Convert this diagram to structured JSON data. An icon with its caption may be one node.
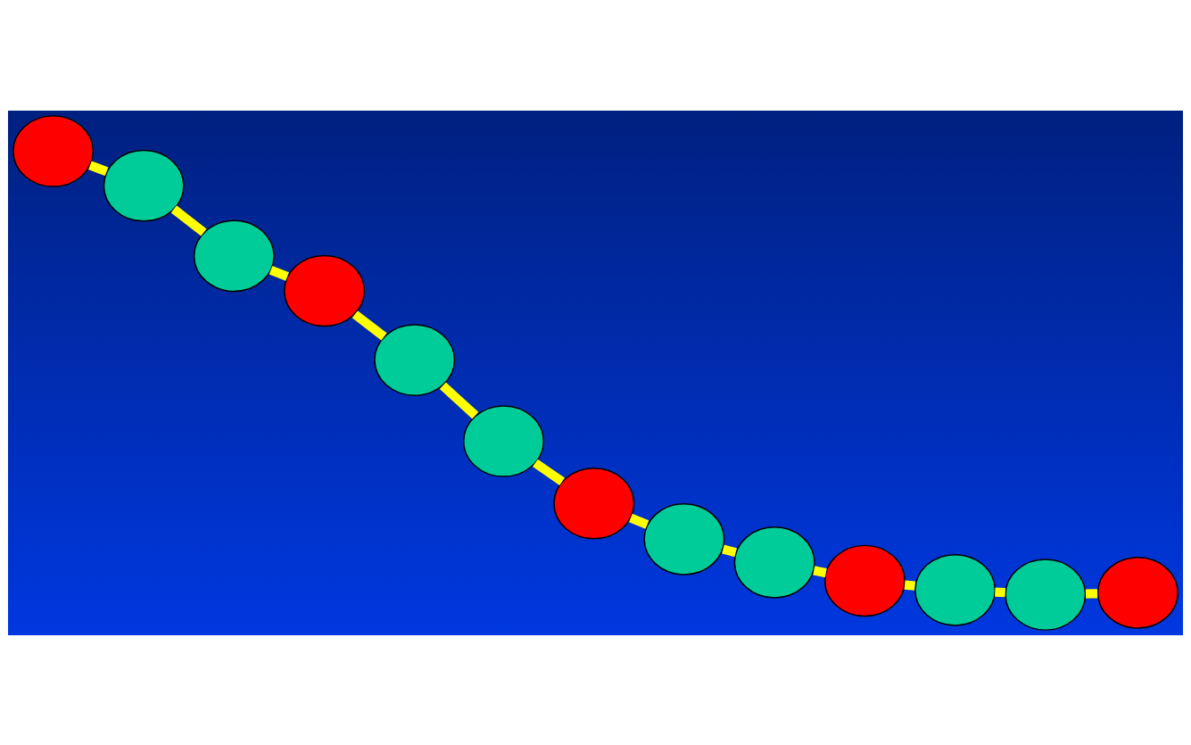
{
  "diagram": {
    "nodes": [
      {
        "text": [],
        "shape": "circle"
      },
      {
        "text": [],
        "shape": "circle"
      },
      {
        "text": [],
        "shape": "circle"
      },
      {
        "text": [],
        "shape": "circle"
      },
      {
        "text": [],
        "shape": "circle"
      },
      {
        "text": [],
        "shape": "circle"
      },
      {
        "text": [],
        "shape": "circle"
      },
      {
        "text": [],
        "shape": "circle"
      },
      {
        "text": [],
        "shape": "circle"
      },
      {
        "text": [],
        "shape": "circle"
      },
      {
        "text": [],
        "shape": "circle"
      },
      {
        "text": [],
        "shape": "circle"
      },
      {
        "text": [],
        "shape": "circle"
      }
    ],
    "edges": [
      {
        "from": 0,
        "to": 1,
        "arrow": "none"
      },
      {
        "from": 1,
        "to": 2,
        "arrow": "none"
      },
      {
        "from": 2,
        "to": 3,
        "arrow": "none"
      },
      {
        "from": 3,
        "to": 4,
        "arrow": "none"
      },
      {
        "from": 4,
        "to": 5,
        "arrow": "none"
      },
      {
        "from": 5,
        "to": 6,
        "arrow": "none"
      },
      {
        "from": 6,
        "to": 7,
        "arrow": "none"
      },
      {
        "from": 7,
        "to": 8,
        "arrow": "none"
      },
      {
        "from": 8,
        "to": 9,
        "arrow": "none"
      },
      {
        "from": 9,
        "to": 10,
        "arrow": "none"
      },
      {
        "from": 10,
        "to": 11,
        "arrow": "none"
      },
      {
        "from": 11,
        "to": 12,
        "arrow": "none"
      }
    ]
  }
}
